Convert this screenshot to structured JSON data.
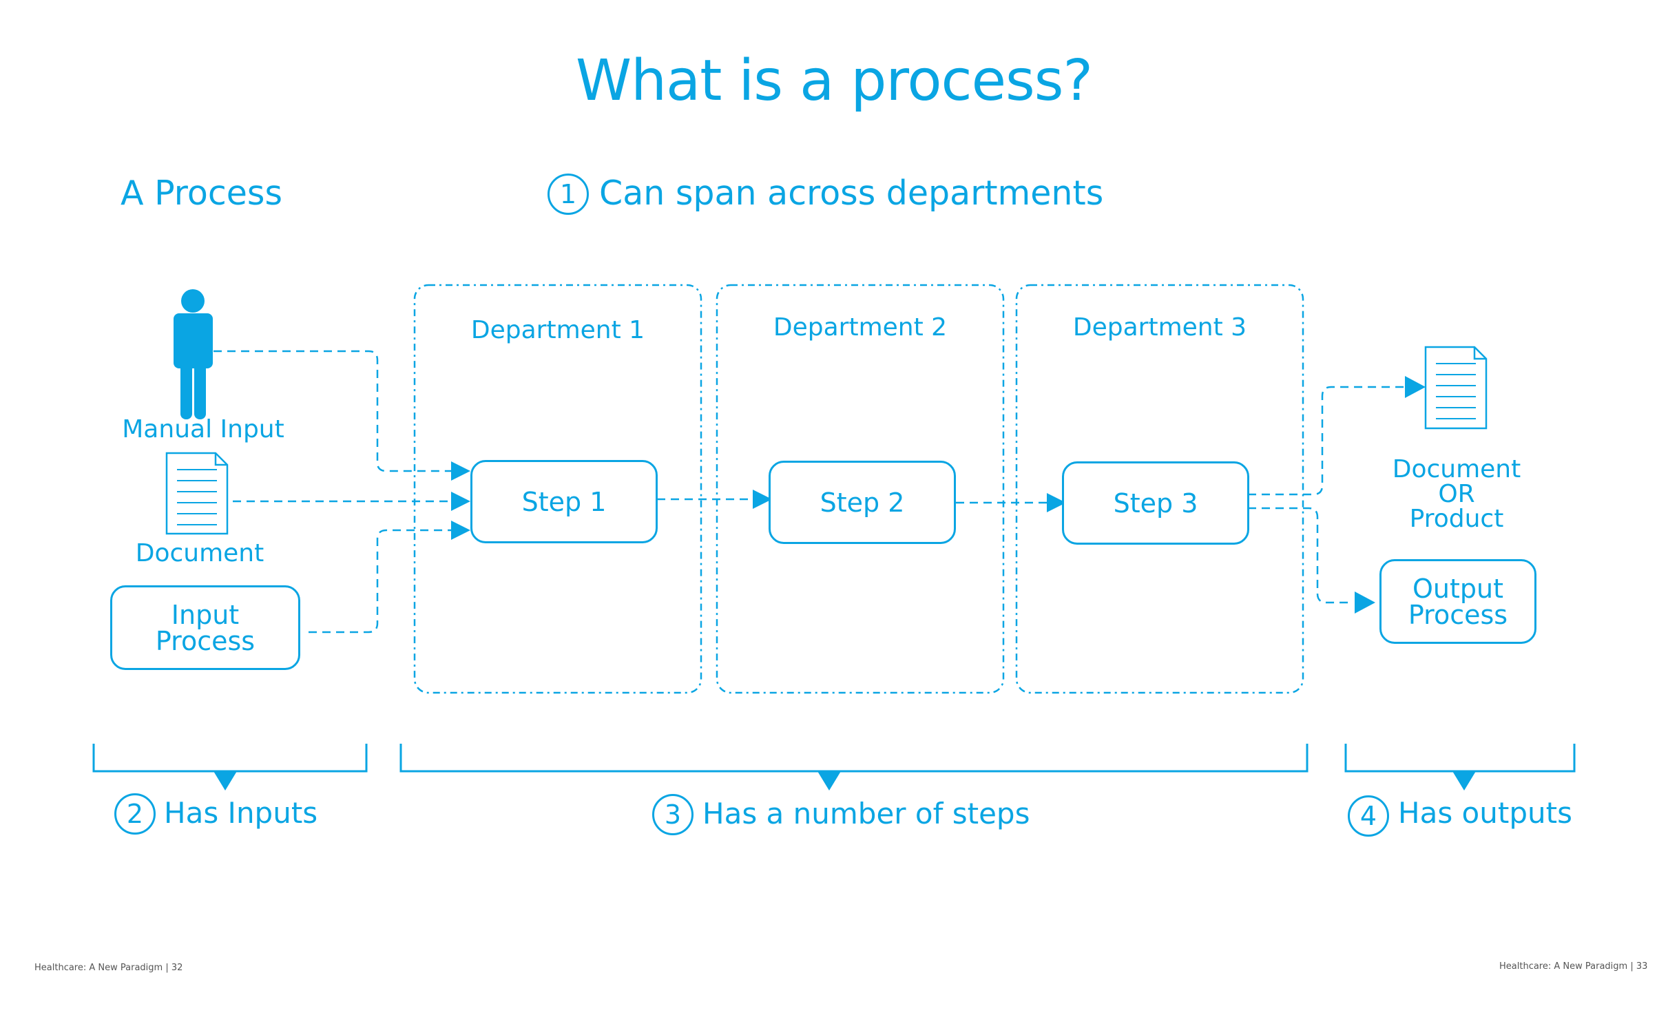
{
  "title": "What is a process?",
  "left_heading": "A Process",
  "points": [
    {
      "num": "1",
      "text": "Can span across departments"
    },
    {
      "num": "2",
      "text": "Has Inputs"
    },
    {
      "num": "3",
      "text": "Has a number of steps"
    },
    {
      "num": "4",
      "text": "Has outputs"
    }
  ],
  "inputs": {
    "manual": "Manual Input",
    "document": "Document",
    "process": "Input\nProcess"
  },
  "departments": [
    "Department 1",
    "Department 2",
    "Department 3"
  ],
  "steps": [
    "Step 1",
    "Step 2",
    "Step 3"
  ],
  "outputs": {
    "document_or_product": "Document\nOR\nProduct",
    "process": "Output\nProcess"
  },
  "footer": {
    "left": "Healthcare: A New Paradigm | 32",
    "right": "Healthcare: A New Paradigm | 33"
  },
  "colors": {
    "accent": "#0aa5e3"
  },
  "icons": {
    "manual_input": "person-icon",
    "document": "document-icon",
    "output_document": "document-icon"
  }
}
